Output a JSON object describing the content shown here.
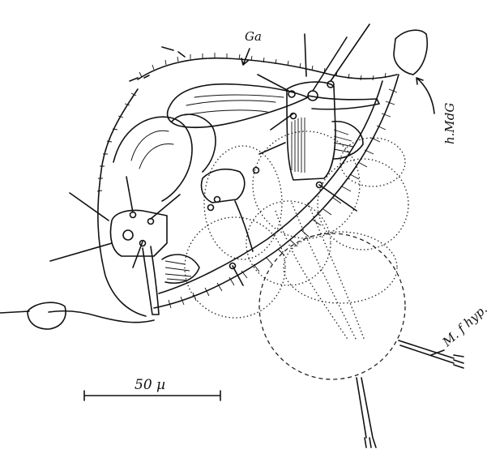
{
  "labels": {
    "galea": "Ga",
    "mandibular_gland": "h.MdG",
    "muscle": "M. f hyp.",
    "scale": "50 µ"
  },
  "colors": {
    "ink": "#111111",
    "paper": "#ffffff"
  }
}
